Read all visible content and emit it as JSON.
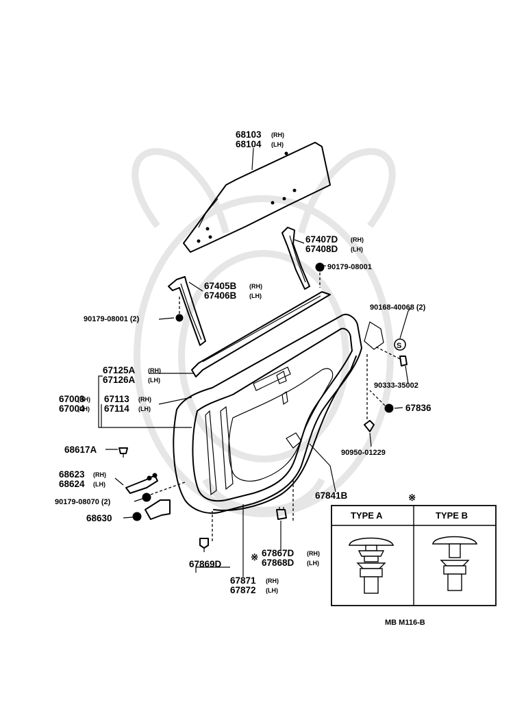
{
  "labels": {
    "glass_rh": "68103",
    "glass_rh_side": "(RH)",
    "glass_lh": "68104",
    "glass_lh_side": "(LH)",
    "rear_channel_rh": "67407D",
    "rear_channel_rh_side": "(RH)",
    "rear_channel_lh": "67408D",
    "rear_channel_lh_side": "(LH)",
    "bolt_upper": "90179-08001",
    "front_channel_rh": "67405B",
    "front_channel_rh_side": "(RH)",
    "front_channel_lh": "67406B",
    "front_channel_lh_side": "(LH)",
    "bolt_front": "90179-08001 (2)",
    "screw_hinge": "90168-40068 (2)",
    "belt_rh": "67125A",
    "belt_rh_side": "(RH)",
    "belt_lh": "67126A",
    "belt_lh_side": "(LH)",
    "door_rh": "67003",
    "door_rh_side": "(RH)",
    "door_lh": "67004",
    "door_lh_side": "(LH)",
    "panel_rh": "67113",
    "panel_rh_side": "(RH)",
    "panel_lh": "67114",
    "panel_lh_side": "(LH)",
    "clip_rear": "90333-35002",
    "bumper": "67836",
    "stopper_pin": "68617A",
    "grommet": "90950-01229",
    "check_rh": "68623",
    "check_rh_side": "(RH)",
    "check_lh": "68624",
    "check_lh_side": "(LH)",
    "bolt_check": "90179-08070 (2)",
    "weatherstrip": "67841B",
    "hinge_bolt": "68630",
    "clip_lower": "67869D",
    "wclip_mark": "※",
    "wclip_rh": "67867D",
    "wclip_rh_side": "(RH)",
    "wclip_lh": "67868D",
    "wclip_lh_side": "(LH)",
    "wstrip_rh": "67871",
    "wstrip_rh_side": "(RH)",
    "wstrip_lh": "67872",
    "wstrip_lh_side": "(LH)"
  },
  "legend": {
    "mark": "※",
    "type_a": "TYPE A",
    "type_b": "TYPE B"
  },
  "diagram_code": "MB  M116-B"
}
